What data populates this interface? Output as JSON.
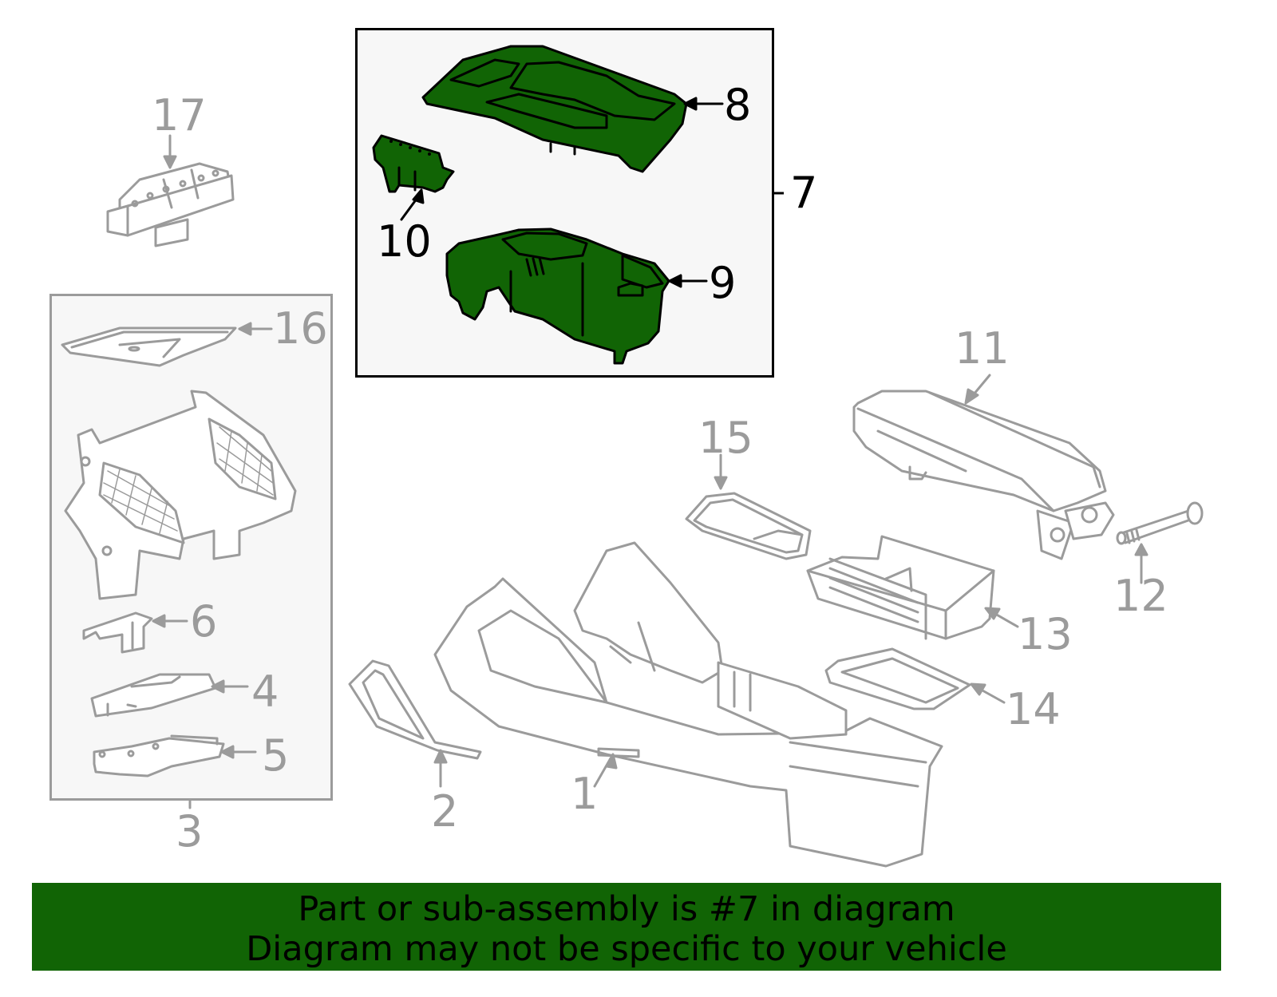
{
  "diagram": {
    "highlight_color": "#116405",
    "part_line_color": "#9b9b9b",
    "highlight_outline_color": "#000000",
    "selected_part": "7",
    "callouts": [
      {
        "id": "1",
        "label": "1",
        "part": "console-body",
        "highlighted": false
      },
      {
        "id": "2",
        "label": "2",
        "part": "front-trim-bezel",
        "highlighted": false
      },
      {
        "id": "3",
        "label": "3",
        "part": "shifter-trim-assembly",
        "highlighted": false
      },
      {
        "id": "4",
        "label": "4",
        "part": "module",
        "highlighted": false
      },
      {
        "id": "5",
        "label": "5",
        "part": "bracket-plate",
        "highlighted": false
      },
      {
        "id": "6",
        "label": "6",
        "part": "small-bracket",
        "highlighted": false
      },
      {
        "id": "7",
        "label": "7",
        "part": "cup-holder-assembly",
        "highlighted": true
      },
      {
        "id": "8",
        "label": "8",
        "part": "cup-holder-top-plate",
        "highlighted": true
      },
      {
        "id": "9",
        "label": "9",
        "part": "cup-holder-housing",
        "highlighted": true
      },
      {
        "id": "10",
        "label": "10",
        "part": "switch-assembly",
        "highlighted": true
      },
      {
        "id": "11",
        "label": "11",
        "part": "armrest",
        "highlighted": false
      },
      {
        "id": "12",
        "label": "12",
        "part": "hinge-bolt",
        "highlighted": false
      },
      {
        "id": "13",
        "label": "13",
        "part": "storage-tray",
        "highlighted": false
      },
      {
        "id": "14",
        "label": "14",
        "part": "tray-mat",
        "highlighted": false
      },
      {
        "id": "15",
        "label": "15",
        "part": "small-tray-mat",
        "highlighted": false
      },
      {
        "id": "16",
        "label": "16",
        "part": "top-trim-plate",
        "highlighted": false
      },
      {
        "id": "17",
        "label": "17",
        "part": "switch-bank",
        "highlighted": false
      }
    ]
  },
  "banner": {
    "line1": "Part or sub-assembly is #7 in diagram",
    "line2": "Diagram may not be specific to your vehicle",
    "background": "#116405"
  }
}
